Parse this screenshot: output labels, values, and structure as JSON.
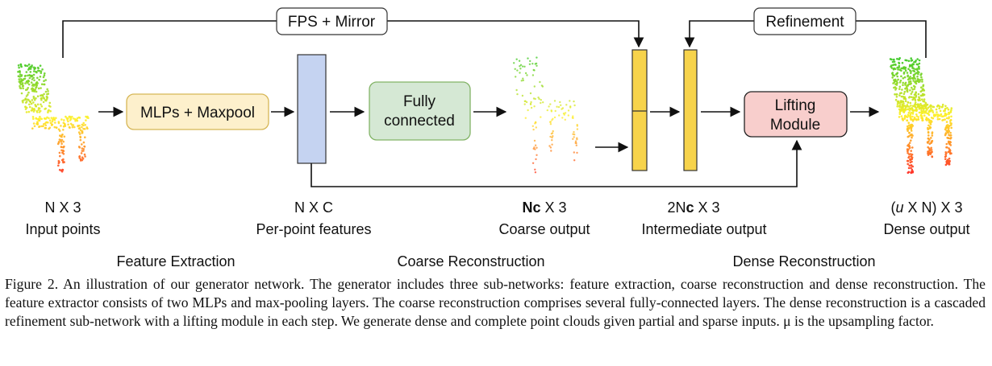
{
  "boxes": {
    "mlp": "MLPs + Maxpool",
    "fc_line1": "Fully",
    "fc_line2": "connected",
    "lift_line1": "Lifting",
    "lift_line2": "Module",
    "fps": "FPS + Mirror",
    "refine": "Refinement"
  },
  "labels": {
    "input_dim": "N X 3",
    "input_name": "Input points",
    "feat_dim": "N X C",
    "feat_name": "Per-point features",
    "coarse_dim_bold": "Nc",
    "coarse_dim_pre": "N",
    "coarse_dim_bold_part": "c",
    "coarse_dim_rest": " X 3",
    "coarse_name": "Coarse output",
    "inter_dim_pre": "2N",
    "inter_dim_bold_part": "c",
    "inter_dim_rest": " X 3",
    "inter_name": "Intermediate output",
    "dense_dim_open": "(",
    "dense_dim_mu": "u",
    "dense_dim_rest": " X N) X 3",
    "dense_name": "Dense output"
  },
  "sections": {
    "feature": "Feature Extraction",
    "coarse": "Coarse Reconstruction",
    "dense": "Dense Reconstruction"
  },
  "caption": {
    "text": "Figure 2. An illustration of our generator network. The generator includes three sub-networks: feature extraction, coarse reconstruction and dense reconstruction. The feature extractor consists of two MLPs and max-pooling layers. The coarse reconstruction comprises several fully-connected layers. The dense reconstruction is a cascaded refinement sub-network with a lifting module in each step. We generate dense and complete point clouds given partial and sparse inputs. μ is the upsampling factor."
  },
  "colors": {
    "mlp_fill": "#fdf0cc",
    "mlp_stroke": "#d6b656",
    "fc_fill": "#d5e8d4",
    "fc_stroke": "#82b366",
    "lift_fill": "#f8cecc",
    "lift_stroke": "#222222",
    "feature_bar": "#c5d3f1",
    "yellow_bar": "#f7d34b"
  }
}
